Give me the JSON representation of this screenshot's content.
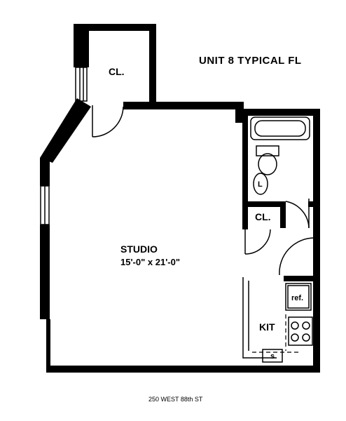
{
  "title": "UNIT 8  TYPICAL FL",
  "rooms": {
    "closet_top": "CL.",
    "studio_name": "STUDIO",
    "studio_dims": "15'-0\" x 21'-0\"",
    "closet_bath": "CL.",
    "kitchen": "KIT",
    "fridge": "ref.",
    "lav": "L",
    "sink": "s"
  },
  "footer": {
    "address": "250 WEST 88th ST"
  }
}
